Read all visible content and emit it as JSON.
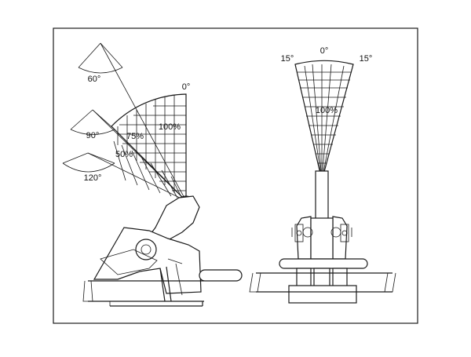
{
  "left_view": {
    "angle_labels": {
      "a60": "60°",
      "a90": "90°",
      "a120": "120°",
      "zero": "0°"
    },
    "capacity_labels": {
      "p100": "100%",
      "p75": "75%",
      "p50": "50%"
    }
  },
  "right_view": {
    "angle_labels": {
      "left": "15°",
      "center": "0°",
      "right": "15°"
    },
    "capacity_label": "100%"
  }
}
